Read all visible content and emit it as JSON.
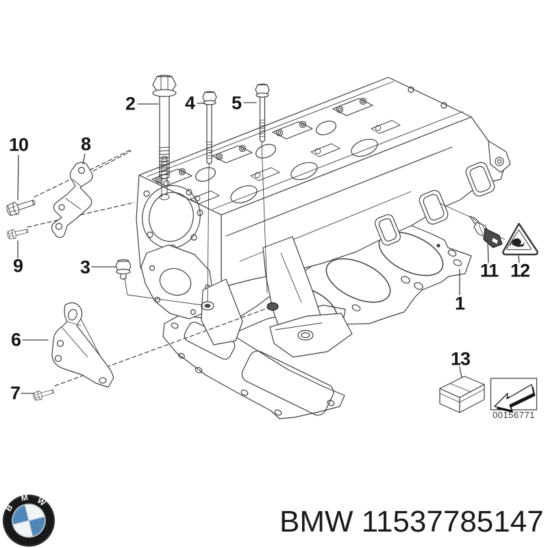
{
  "diagram": {
    "callouts": [
      {
        "n": "1"
      },
      {
        "n": "2"
      },
      {
        "n": "3"
      },
      {
        "n": "4"
      },
      {
        "n": "5"
      },
      {
        "n": "6"
      },
      {
        "n": "7"
      },
      {
        "n": "8"
      },
      {
        "n": "9"
      },
      {
        "n": "10"
      },
      {
        "n": "11"
      },
      {
        "n": "12"
      },
      {
        "n": "13"
      }
    ],
    "stamp_code": "00156771",
    "icons": {
      "warning_triangle": "hand-injury-warning-icon",
      "stamp_arrow": "install-direction-arrow-icon",
      "parts_box": "gasket-set-box"
    }
  },
  "footer": {
    "part_label": "BMW 11537785147",
    "logo_letters": [
      "B",
      "M",
      "W"
    ],
    "colors": {
      "logo_blue": "#4e87b8",
      "logo_ring": "#17191b",
      "logo_white": "#f2f5f6"
    }
  },
  "colors": {
    "line": "#3c3c3c",
    "background": "#ffffff",
    "label": "#141414"
  }
}
